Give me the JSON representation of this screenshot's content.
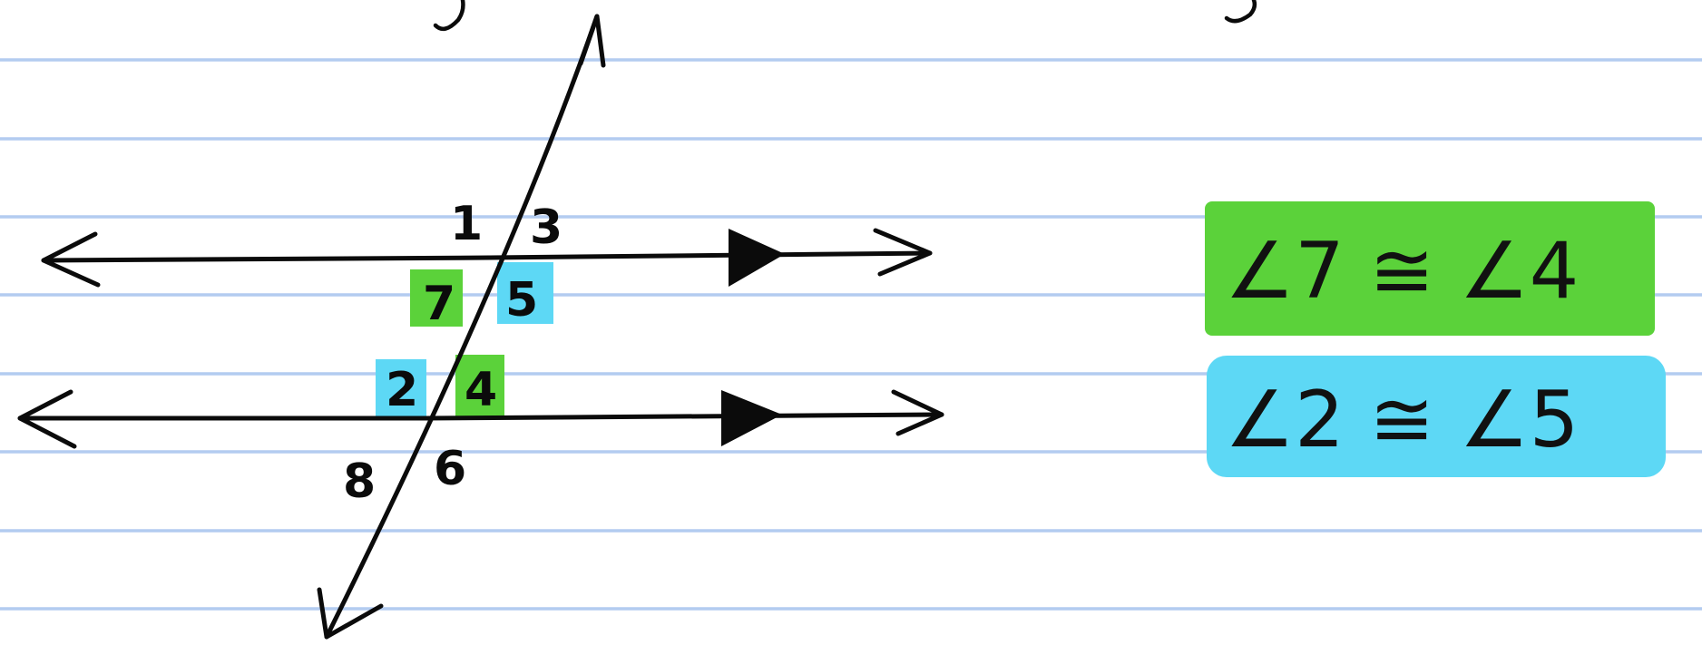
{
  "diagram": {
    "angle_labels": {
      "a1": "1",
      "a3": "3",
      "a7": "7",
      "a5": "5",
      "a2": "2",
      "a4": "4",
      "a8": "8",
      "a6": "6"
    },
    "statements": [
      {
        "text": "∠7 ≅ ∠4",
        "color": "#5bd23a"
      },
      {
        "text": "∠2 ≅ ∠5",
        "color": "#5dd8f5"
      }
    ],
    "highlight_colors": {
      "green": "#5bd23a",
      "blue": "#5dd8f5"
    }
  }
}
